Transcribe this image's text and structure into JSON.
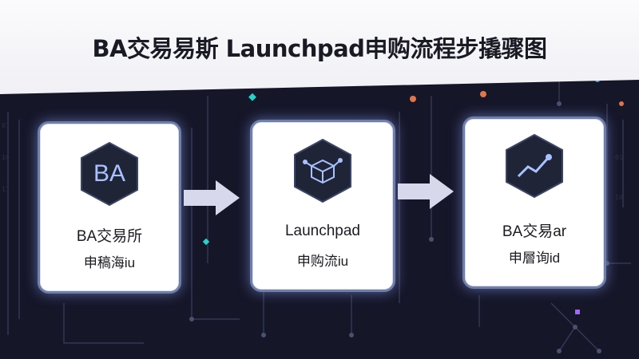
{
  "title": "BA交易易斯 Launchpad申购流程步撬骤图",
  "cards": [
    {
      "icon_text": "BA",
      "label_top": "BA交易所",
      "label_bottom": "申稿海iu",
      "icon": "ba-logo-icon"
    },
    {
      "icon_text": "",
      "label_top": "Launchpad",
      "label_bottom": "申购流iu",
      "icon": "cube-network-icon"
    },
    {
      "icon_text": "",
      "label_top": "BA交易ar",
      "label_bottom": "申層询id",
      "icon": "trend-chart-icon"
    }
  ],
  "colors": {
    "background": "#161629",
    "header": "#f4f4f8",
    "card_border": "#6f7fa8",
    "hex_fill": "#1f2436",
    "accent": "#a9c2ff",
    "arrow": "#d8d8ec"
  }
}
